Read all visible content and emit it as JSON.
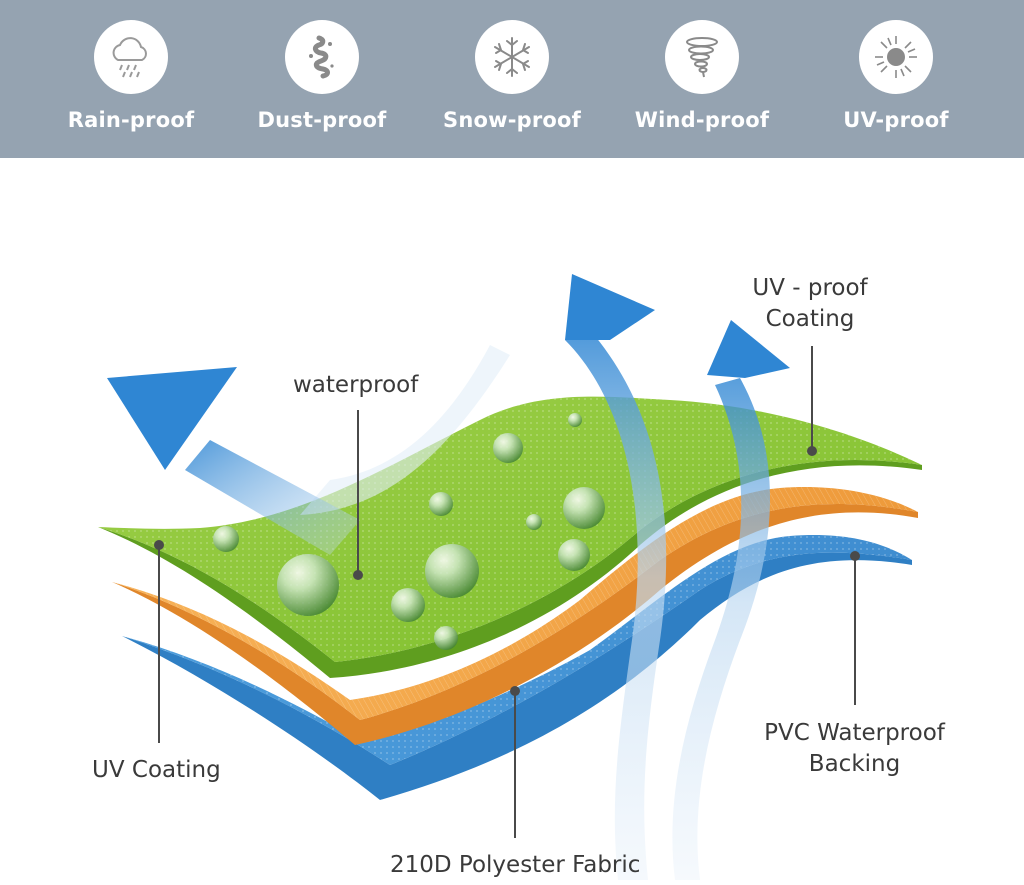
{
  "features": [
    {
      "label": "Rain-proof",
      "icon": "rain-cloud-icon"
    },
    {
      "label": "Dust-proof",
      "icon": "dust-swirl-icon"
    },
    {
      "label": "Snow-proof",
      "icon": "snowflake-icon"
    },
    {
      "label": "Wind-proof",
      "icon": "tornado-icon"
    },
    {
      "label": "UV-proof",
      "icon": "sun-icon"
    }
  ],
  "callouts": {
    "waterproof": "waterproof",
    "uv_proof_line1": "UV - proof",
    "uv_proof_line2": "Coating",
    "uv_coating": "UV Coating",
    "pvc_line1": "PVC Waterproof",
    "pvc_line2": "Backing",
    "polyester": "210D Polyester Fabric"
  },
  "colors": {
    "band": "#95a3b1",
    "green_layer": "#8dc63f",
    "orange_layer": "#f5a94a",
    "blue_layer": "#4a9ad8",
    "arrow": "#3a8fd6"
  }
}
